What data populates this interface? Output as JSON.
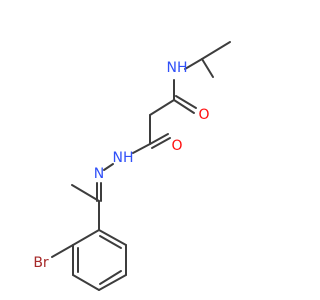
{
  "colors": {
    "bond": "#3d3d3d",
    "carbon": "#3d3d3d",
    "nitrogen": "#3050f8",
    "oxygen": "#ff0d0d",
    "bromine": "#a62929",
    "background": "#ffffff"
  },
  "atoms": [
    {
      "id": "a_nh_amide",
      "text": "NH",
      "element": "nitrogen"
    },
    {
      "id": "a_o_amide",
      "text": "O",
      "element": "oxygen"
    },
    {
      "id": "a_o_hydrazide",
      "text": "O",
      "element": "oxygen"
    },
    {
      "id": "a_nh_hydrazide",
      "text": "NH",
      "element": "nitrogen"
    },
    {
      "id": "a_n_imine",
      "text": "N",
      "element": "nitrogen"
    },
    {
      "id": "a_br",
      "text": "Br",
      "element": "bromine"
    }
  ]
}
